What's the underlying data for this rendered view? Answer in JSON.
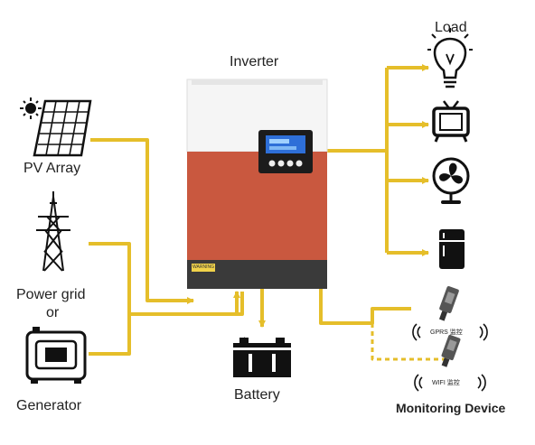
{
  "labels": {
    "inverter": "Inverter",
    "load": "Load",
    "pv_array": "PV Array",
    "power_grid": "Power grid",
    "or": "or",
    "generator": "Generator",
    "battery": "Battery",
    "monitoring_device": "Monitoring Device",
    "gprs_tag": "GPRS 监控",
    "wifi_tag": "WIFI 监控",
    "warning_tag": "WARNING"
  },
  "colors": {
    "wire": "#E5BE2A",
    "inverter_body": "#C9583F",
    "inverter_top": "#F5F5F5",
    "inverter_base": "#3A3A3A",
    "lcd_screen": "#2E6FD8",
    "icon_dark": "#111111"
  }
}
